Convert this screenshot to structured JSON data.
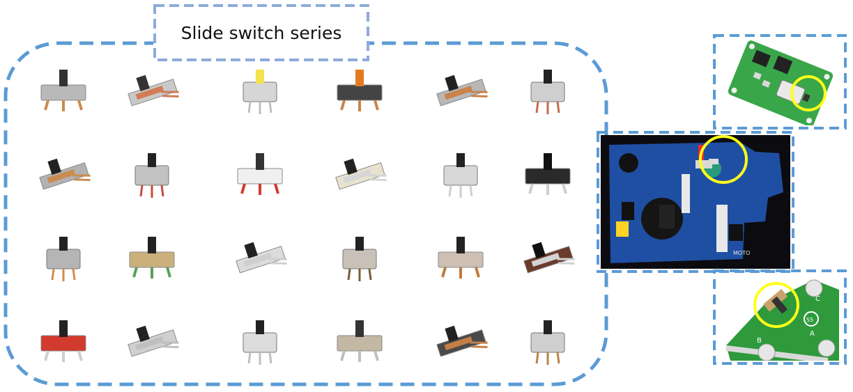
{
  "title": "Slide switch series",
  "colors": {
    "frame": "#5b9bd5",
    "title_frame": "#8eaadb",
    "pcb_blue": "#1f4fa3",
    "pcb_green": "#3aa64a",
    "highlight": "#ffff1a"
  },
  "switch_grid": {
    "rows": 4,
    "columns": 6,
    "items": [
      {
        "id": "r1c1",
        "body": "#b9b9b9",
        "pins": "#c98c4f",
        "lever": "#333333"
      },
      {
        "id": "r1c2",
        "body": "#c9c9c9",
        "pins": "#d27b56",
        "lever": "#333333"
      },
      {
        "id": "r1c3",
        "body": "#d6d6d6",
        "pins": "#bfbfbf",
        "lever": "#f2e24c"
      },
      {
        "id": "r1c4",
        "body": "#444444",
        "pins": "#c8844e",
        "lever": "#e37b1e"
      },
      {
        "id": "r1c5",
        "body": "#b8b8b8",
        "pins": "#c9834b",
        "lever": "#222222"
      },
      {
        "id": "r1c6",
        "body": "#cfcfcf",
        "pins": "#c76a4a",
        "lever": "#222222"
      },
      {
        "id": "r2c1",
        "body": "#b2b2b2",
        "pins": "#c98c4f",
        "lever": "#222222"
      },
      {
        "id": "r2c2",
        "body": "#c2c2c2",
        "pins": "#c84a3a",
        "lever": "#222222"
      },
      {
        "id": "r2c3",
        "body": "#f0f0f0",
        "pins": "#d23a2e",
        "lever": "#333333"
      },
      {
        "id": "r2c4",
        "body": "#e8e2cf",
        "pins": "#d6d6d6",
        "lever": "#222222"
      },
      {
        "id": "r2c5",
        "body": "#d8d8d8",
        "pins": "#cfcfcf",
        "lever": "#222222"
      },
      {
        "id": "r2c6",
        "body": "#2a2a2a",
        "pins": "#cfcfcf",
        "lever": "#111111"
      },
      {
        "id": "r3c1",
        "body": "#b5b5b5",
        "pins": "#d48a4c",
        "lever": "#222222"
      },
      {
        "id": "r3c2",
        "body": "#cab07a",
        "pins": "#5aa05a",
        "lever": "#222222"
      },
      {
        "id": "r3c3",
        "body": "#dcdcdc",
        "pins": "#cfcfcf",
        "lever": "#222222"
      },
      {
        "id": "r3c4",
        "body": "#c9c0b8",
        "pins": "#7a5b3b",
        "lever": "#222222"
      },
      {
        "id": "r3c5",
        "body": "#cdbfb1",
        "pins": "#c0793f",
        "lever": "#222222"
      },
      {
        "id": "r3c6",
        "body": "#6a3a2a",
        "pins": "#d2d2d2",
        "lever": "#111111"
      },
      {
        "id": "r4c1",
        "body": "#d23a2e",
        "pins": "#cfcfcf",
        "lever": "#222222"
      },
      {
        "id": "r4c2",
        "body": "#d0d0d0",
        "pins": "#bfbfbf",
        "lever": "#222222"
      },
      {
        "id": "r4c3",
        "body": "#dcdcdc",
        "pins": "#bfbfbf",
        "lever": "#222222"
      },
      {
        "id": "r4c4",
        "body": "#c2b8a4",
        "pins": "#bfbfbf",
        "lever": "#333333"
      },
      {
        "id": "r4c5",
        "body": "#4a4a4a",
        "pins": "#c47f47",
        "lever": "#222222"
      },
      {
        "id": "r4c6",
        "body": "#cfcfcf",
        "pins": "#c0803f",
        "lever": "#222222"
      }
    ]
  },
  "examples": [
    {
      "id": "small-green-board",
      "highlight": "yellow-circle"
    },
    {
      "id": "blue-pcb-board",
      "highlight": "yellow-circle"
    },
    {
      "id": "snap-circuit-board",
      "highlight": "yellow-circle",
      "markings": [
        "B",
        "C",
        "A",
        "S5"
      ]
    }
  ],
  "board_silkscreen": "MOTO"
}
